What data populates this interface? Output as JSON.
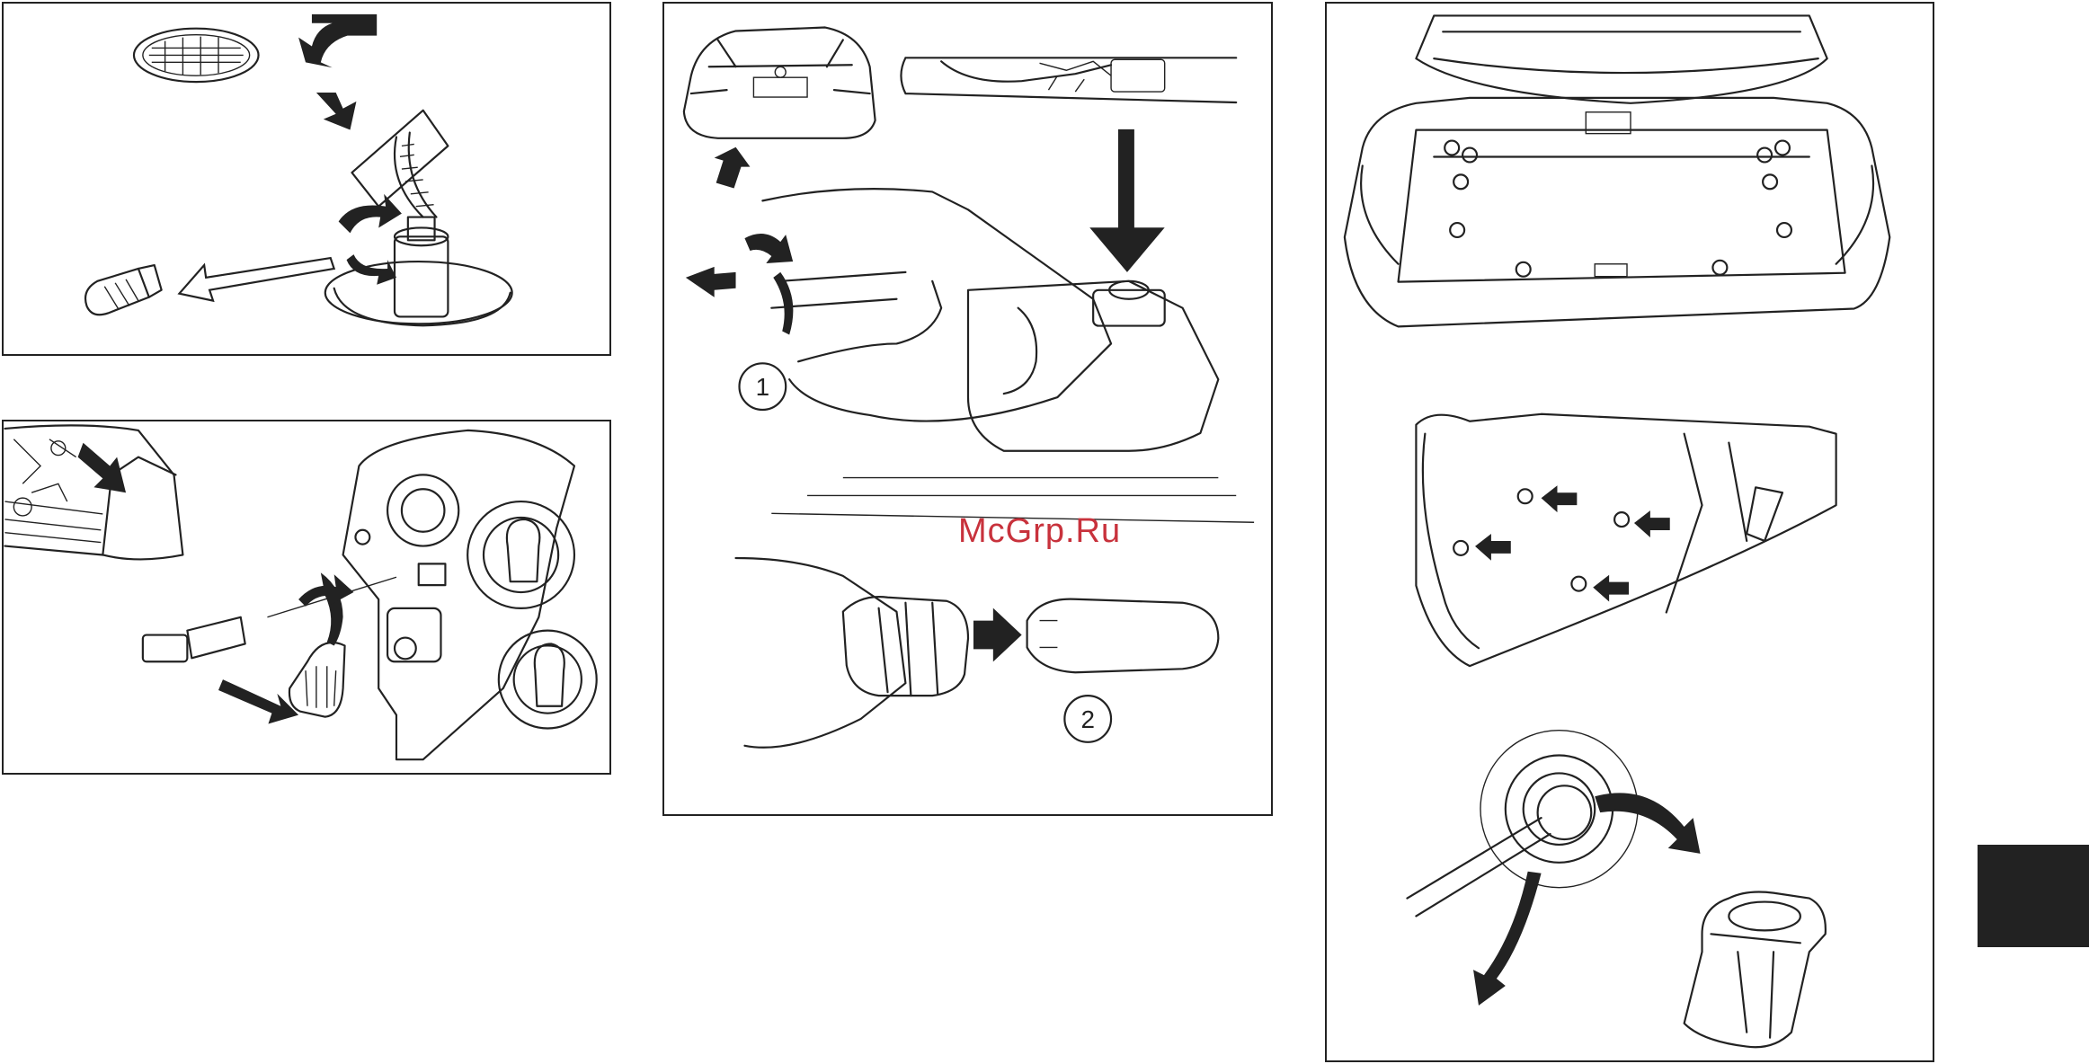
{
  "watermark": "McGrp.Ru",
  "steps": [
    {
      "label": "1"
    },
    {
      "label": "2"
    }
  ],
  "colors": {
    "line": "#222222",
    "watermark": "#c8323c",
    "tab": "#222222"
  },
  "icons": [
    "side-marker-lens",
    "bulb-socket",
    "wedge-bulb",
    "headlight-assembly",
    "car-rear-view",
    "license-plate-lamp",
    "trunk-interior",
    "trim-clip"
  ]
}
